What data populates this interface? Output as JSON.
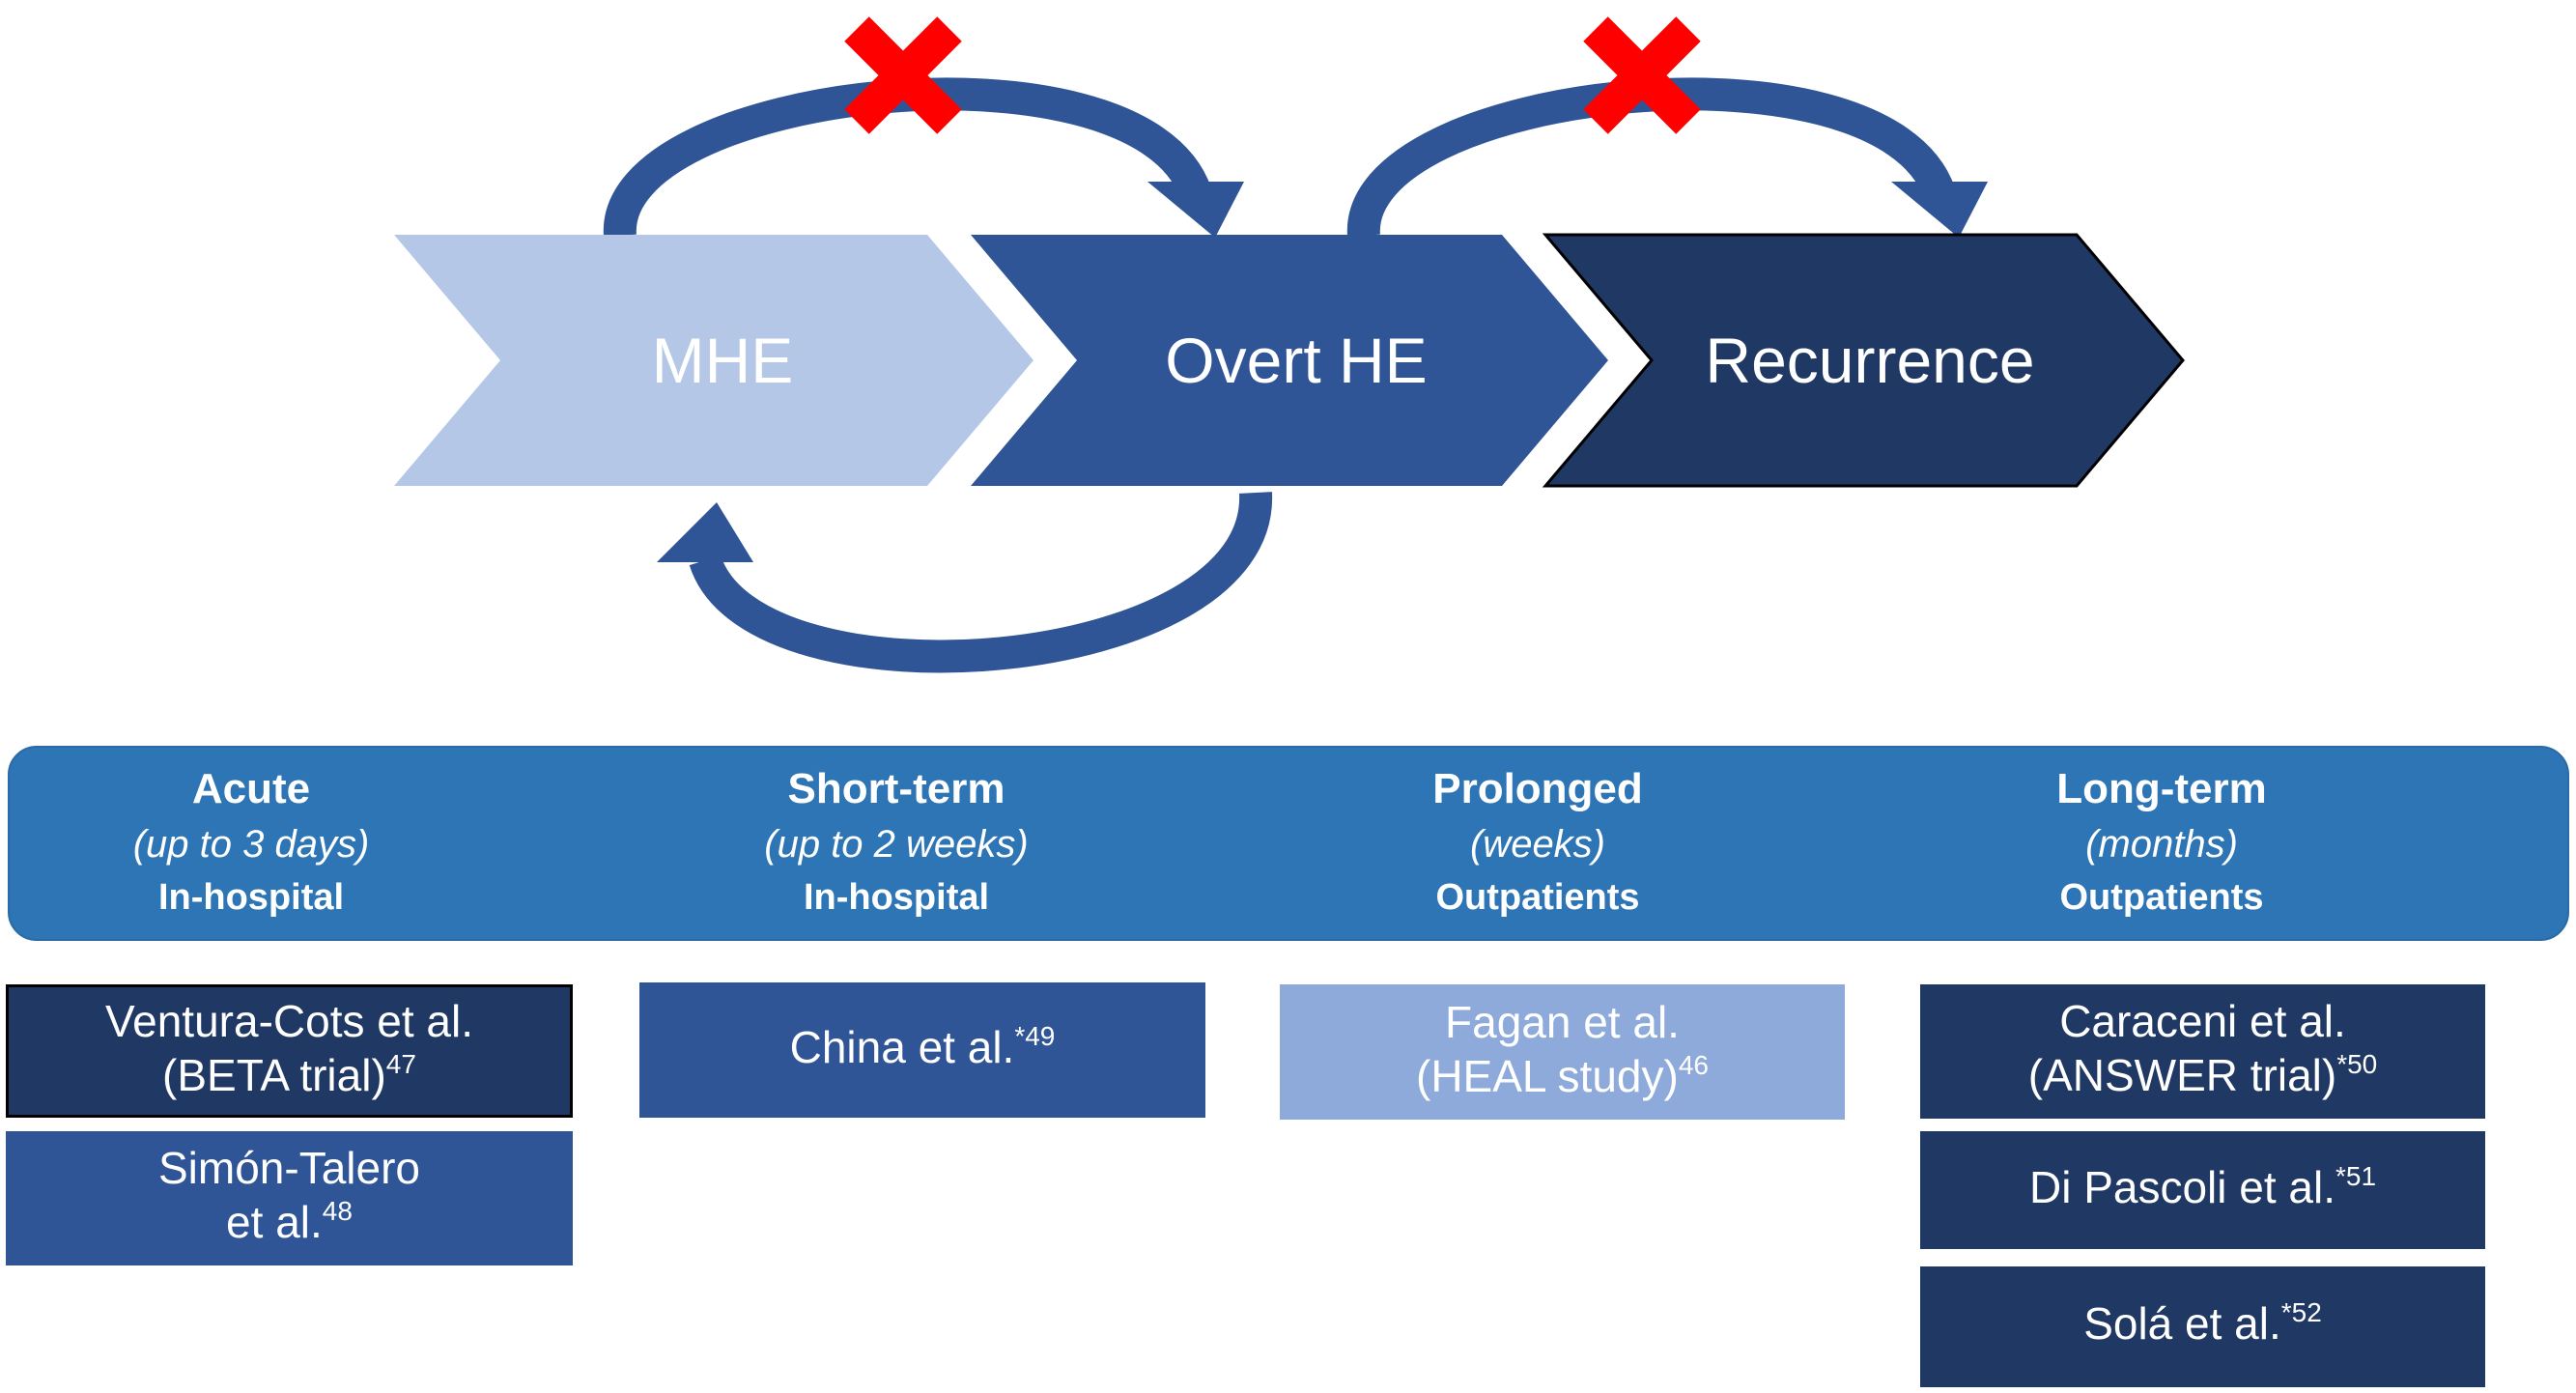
{
  "flow": {
    "stages": [
      {
        "label": "MHE",
        "fill": "#b4c7e7",
        "text_color": "#ffffff"
      },
      {
        "label": "Overt HE",
        "fill": "#2f5597",
        "text_color": "#ffffff"
      },
      {
        "label": "Recurrence",
        "fill": "#203864",
        "text_color": "#ffffff"
      }
    ],
    "arrow_color": "#2f5597",
    "prevented_marker_color": "#ff0000",
    "prevented_marker_icon": "red-x-icon"
  },
  "phases": [
    {
      "title": "Acute",
      "duration": "(up to 3 days)",
      "setting": "In-hospital"
    },
    {
      "title": "Short-term",
      "duration": "(up to 2 weeks)",
      "setting": "In-hospital"
    },
    {
      "title": "Prolonged",
      "duration": "(weeks)",
      "setting": "Outpatients"
    },
    {
      "title": "Long-term",
      "duration": "(months)",
      "setting": "Outpatients"
    }
  ],
  "studies": {
    "acute": [
      {
        "line1": "Ventura-Cots et al.",
        "line2": "(BETA trial)",
        "ref": "47"
      },
      {
        "line1": "Simón-Talero",
        "line2": "et al.",
        "ref": "48"
      }
    ],
    "short_term": [
      {
        "line1": "China et al.",
        "ref": "*49"
      }
    ],
    "prolonged": [
      {
        "line1": "Fagan et al.",
        "line2": "(HEAL study)",
        "ref": "46"
      }
    ],
    "long_term": [
      {
        "line1": "Caraceni et al.",
        "line2": "(ANSWER trial)",
        "ref": "*50"
      },
      {
        "line1": "Di Pascoli et al.",
        "ref": "*51"
      },
      {
        "line1": "Solá et al.",
        "ref": "*52"
      }
    ]
  },
  "colors": {
    "phase_band": "#2e75b6",
    "box_navy": "#203864",
    "box_mid": "#2f5597",
    "box_light": "#8eaadb"
  }
}
